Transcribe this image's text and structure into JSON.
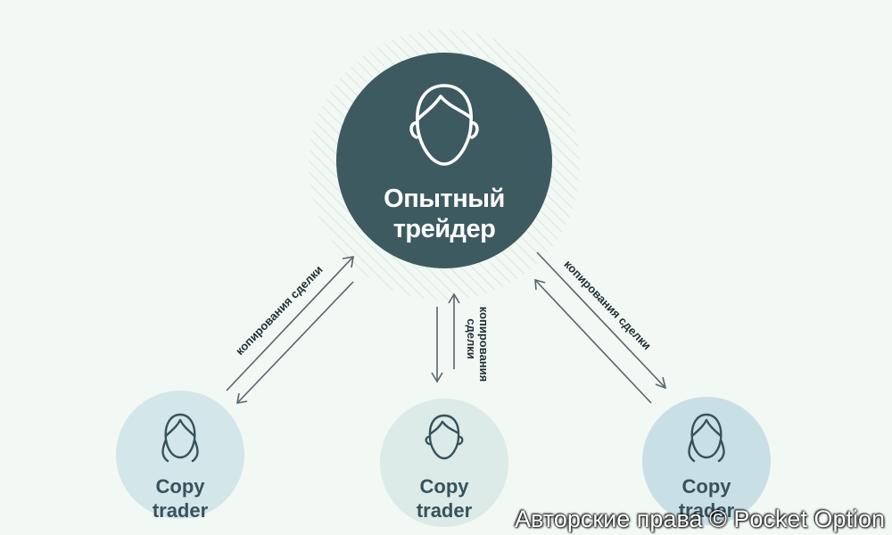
{
  "center_node": {
    "label_line1": "Опытный",
    "label_line2": "трейдер",
    "icon": "male-head-icon",
    "color": "#3d5a60"
  },
  "copy_nodes": [
    {
      "label_line1": "Copy",
      "label_line2": "trader",
      "icon": "female-head-icon",
      "color": "#d3e6ea"
    },
    {
      "label_line1": "Copy",
      "label_line2": "trader",
      "icon": "male-head-icon",
      "color": "#dcebe8"
    },
    {
      "label_line1": "Copy",
      "label_line2": "trader",
      "icon": "female-head-icon",
      "color": "#c9dfe6"
    }
  ],
  "edges": [
    {
      "label": "копирования сделки"
    },
    {
      "label_line1": "копирования",
      "label_line2": "сделки"
    },
    {
      "label": "копирования сделки"
    }
  ],
  "watermark": "Авторские права © Pocket Option",
  "colors": {
    "background": "#f2f8f3",
    "arrow": "#56666c",
    "hatch": "#c9d6d0"
  }
}
